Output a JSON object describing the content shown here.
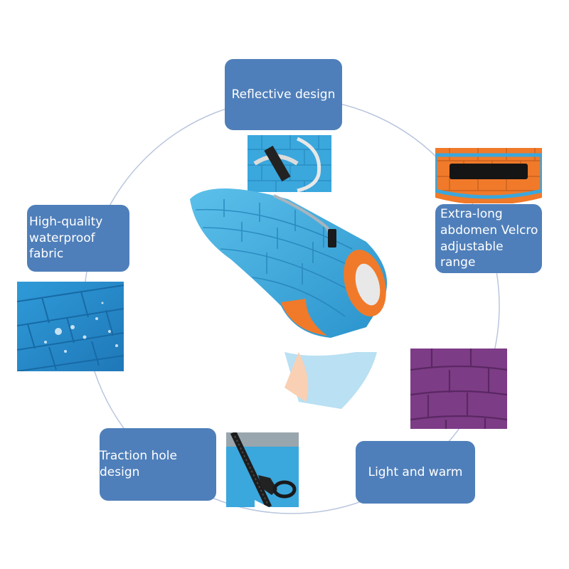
{
  "features": {
    "reflective": "Reflective design",
    "waterproof": "High-quality\nwaterproof fabric",
    "velcro": "Extra-long\nabdomen Velcro\nadjustable range",
    "traction": "Traction hole design",
    "warm": "Light and warm"
  },
  "colors": {
    "label_bg": "#4f7fba",
    "vest_blue": "#3aa7dd",
    "vest_orange": "#f07a2a",
    "quilt_purple": "#7d3c86",
    "circle_line": "#b9c6de"
  }
}
